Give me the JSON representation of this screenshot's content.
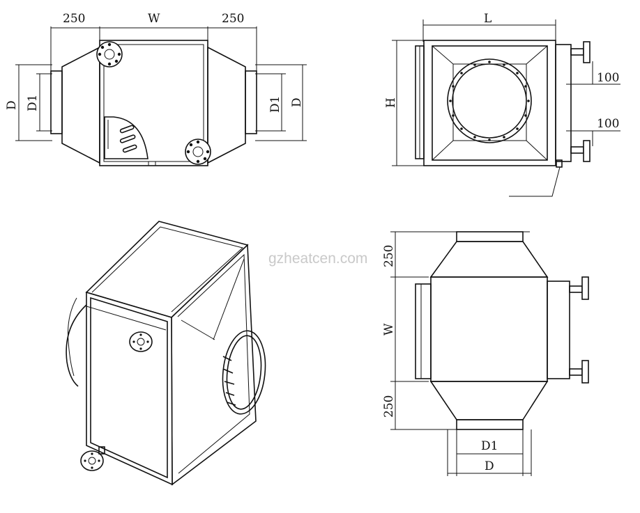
{
  "watermark": "gzheatcen.com",
  "views": {
    "front": {
      "dim_left": "250",
      "dim_center": "W",
      "dim_right": "250",
      "dim_left_outer": "D",
      "dim_left_inner": "D1",
      "dim_right_inner": "D1",
      "dim_right_outer": "D"
    },
    "side": {
      "dim_length": "L",
      "dim_height": "H",
      "dim_pipe_upper": "100",
      "dim_pipe_lower": "100"
    },
    "top": {
      "dim_top": "250",
      "dim_width": "W",
      "dim_bottom": "250",
      "dim_inner_diameter": "D1",
      "dim_outer_diameter": "D"
    }
  }
}
